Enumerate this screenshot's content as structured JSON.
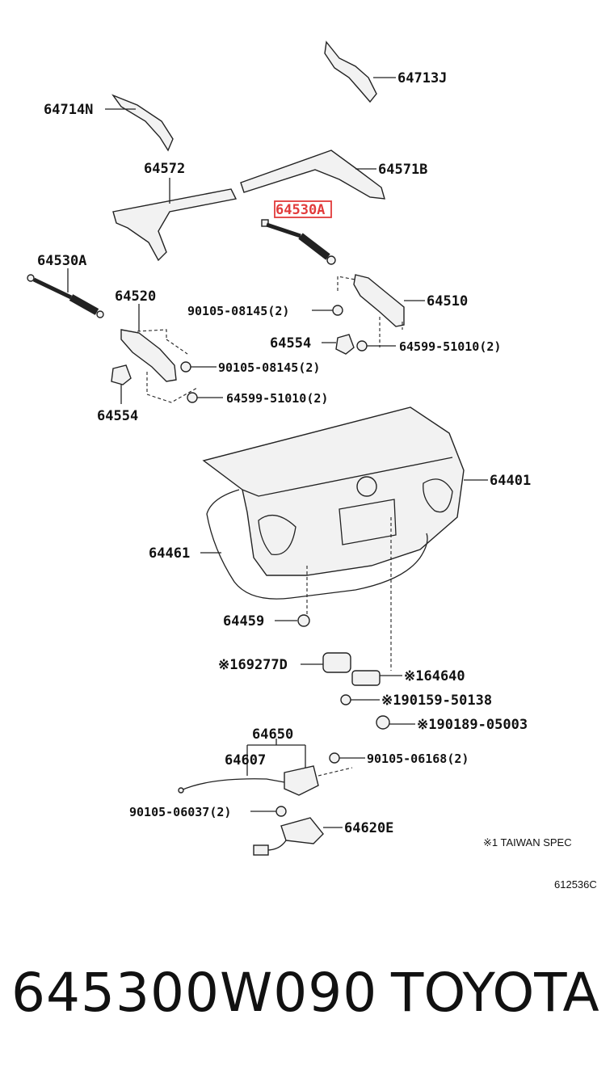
{
  "labels": {
    "l64713J": "64713J",
    "l64714N": "64714N",
    "l64572": "64572",
    "l64571B": "64571B",
    "l64530A_top": "64530A",
    "l64530A_left": "64530A",
    "l64520": "64520",
    "l64510": "64510",
    "l90105_08145_a": "90105-08145(2)",
    "l64554_mid": "64554",
    "l64599_51010_a": "64599-51010(2)",
    "l90105_08145_b": "90105-08145(2)",
    "l64599_51010_b": "64599-51010(2)",
    "l64554_left": "64554",
    "l64401": "64401",
    "l64461": "64461",
    "l64459": "64459",
    "l69277D": "※169277D",
    "l64640": "※164640",
    "l90159_50138": "※190159-50138",
    "l90189_05003": "※190189-05003",
    "l64650": "64650",
    "l64607": "64607",
    "l90105_06168": "90105-06168(2)",
    "l90105_06037": "90105-06037(2)",
    "l64620E": "64620E"
  },
  "note": "※1 TAIWAN SPEC",
  "figure_code": "612536C",
  "footer": {
    "part_number": "645300W090",
    "brand": "TOYOTA"
  },
  "highlight_color": "#e23b3b"
}
